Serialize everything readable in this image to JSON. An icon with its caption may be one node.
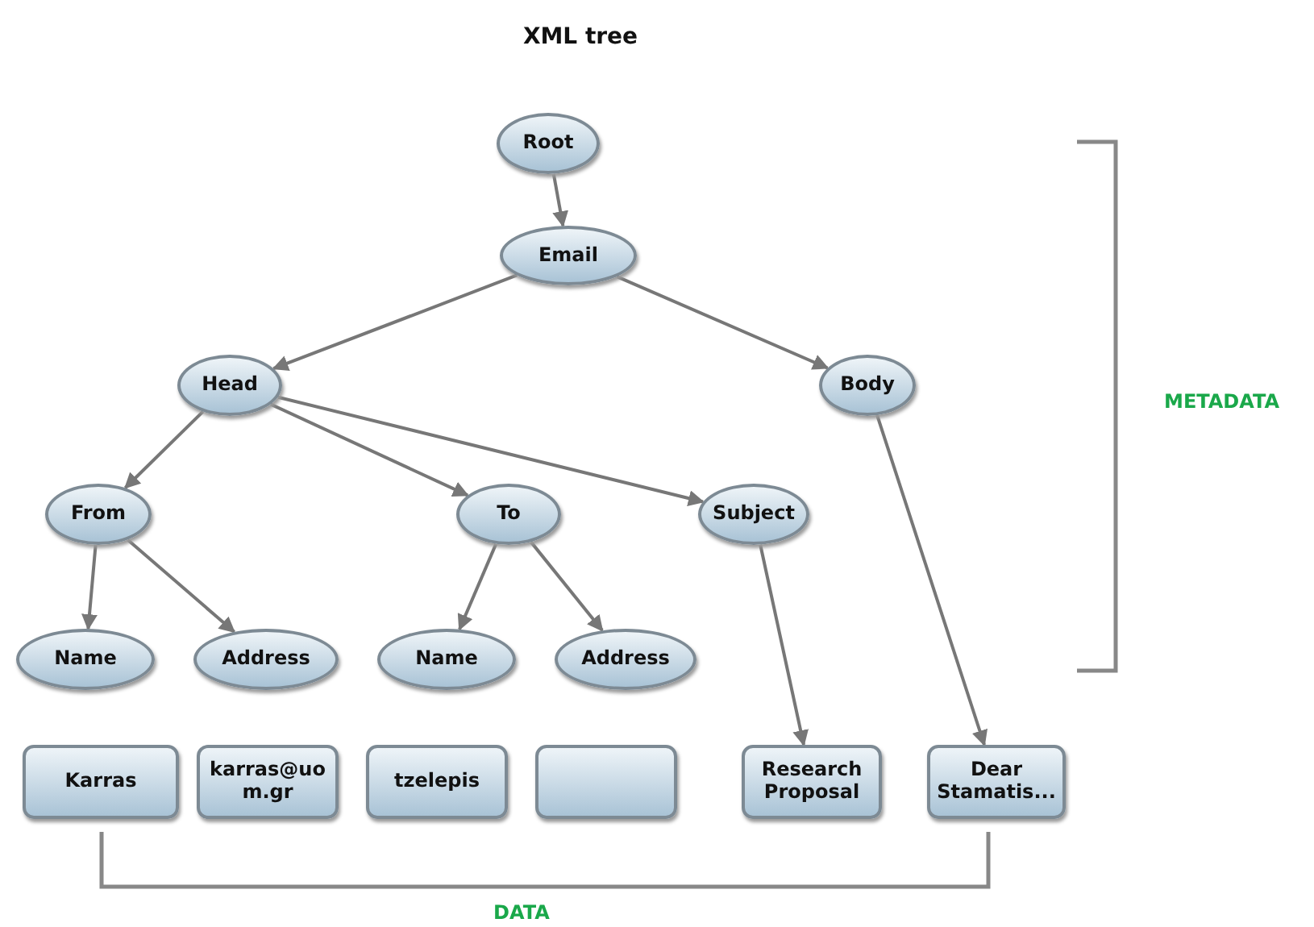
{
  "diagram": {
    "title": "XML tree",
    "nodes": [
      {
        "text": [
          "Root"
        ]
      },
      {
        "text": [
          "Email"
        ]
      },
      {
        "text": [
          "Head"
        ]
      },
      {
        "text": [
          "Body"
        ]
      },
      {
        "text": [
          "From"
        ]
      },
      {
        "text": [
          "To"
        ]
      },
      {
        "text": [
          "Subject"
        ]
      },
      {
        "text": [
          "Name"
        ]
      },
      {
        "text": [
          "Address"
        ]
      },
      {
        "text": [
          "Name"
        ]
      },
      {
        "text": [
          "Address"
        ]
      },
      {
        "text": [
          "Karras"
        ]
      },
      {
        "text": [
          "karras@uom.gr"
        ]
      },
      {
        "text": [
          "tzelepis"
        ]
      },
      {
        "text": [],
        "shape": "box"
      },
      {
        "text": [
          "Research Proposal"
        ]
      },
      {
        "text": [
          "Dear Stamatis..."
        ]
      }
    ],
    "edges": [
      {
        "from": 0,
        "to": 1,
        "arrow": "to"
      },
      {
        "from": 1,
        "to": 2,
        "arrow": "to"
      },
      {
        "from": 1,
        "to": 3,
        "arrow": "to"
      },
      {
        "from": 2,
        "to": 4,
        "arrow": "to"
      },
      {
        "from": 2,
        "to": 5,
        "arrow": "to"
      },
      {
        "from": 2,
        "to": 6,
        "arrow": "to"
      },
      {
        "from": 4,
        "to": 7,
        "arrow": "to"
      },
      {
        "from": 4,
        "to": 8,
        "arrow": "to"
      },
      {
        "from": 5,
        "to": 9,
        "arrow": "to"
      },
      {
        "from": 5,
        "to": 10,
        "arrow": "to"
      },
      {
        "from": 6,
        "to": 15,
        "arrow": "to"
      },
      {
        "from": 3,
        "to": 16,
        "arrow": "to"
      }
    ],
    "labels": [
      "METADATA",
      "DATA"
    ]
  }
}
